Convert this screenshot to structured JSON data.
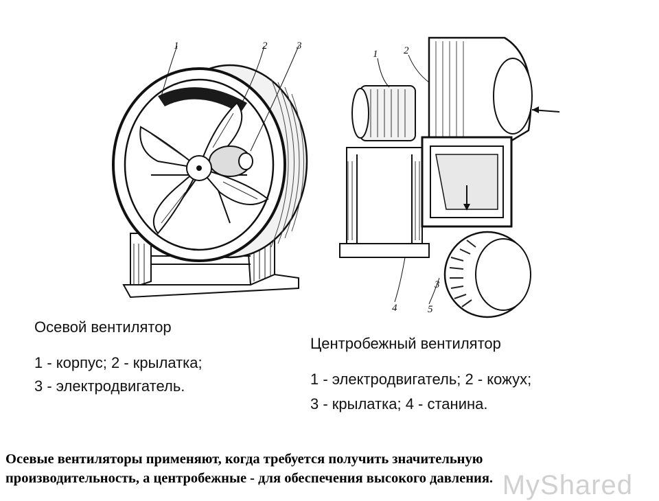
{
  "axial": {
    "title": "Осевой вентилятор",
    "legend_1": "1 - корпус; 2 - крылатка;",
    "legend_2": "3 - электродвигатель.",
    "callouts": [
      "1",
      "2",
      "3"
    ]
  },
  "centrifugal": {
    "title": "Центробежный вентилятор",
    "legend_1": "1 - электродвигатель; 2 - кожух;",
    "legend_2": "3 - крылатка; 4 - станина.",
    "callouts": [
      "1",
      "2",
      "3",
      "4",
      "5"
    ]
  },
  "footer": {
    "line_1": "Осевые вентиляторы применяют, когда требуется получить значительную",
    "line_2": "производительность, а центробежные - для обеспечения высокого давления."
  },
  "watermark": "MyShared"
}
